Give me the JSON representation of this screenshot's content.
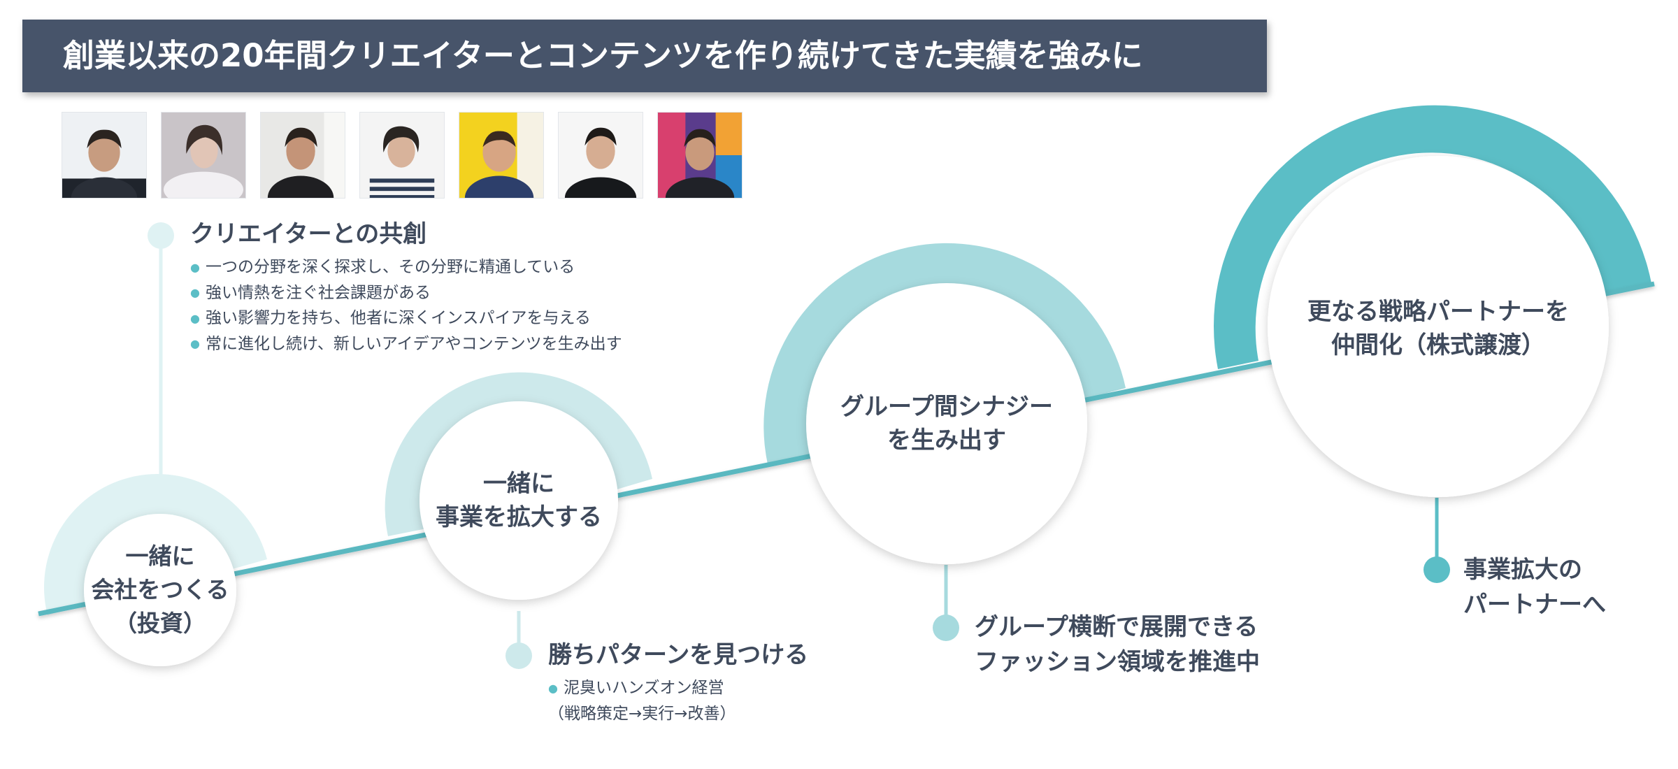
{
  "title": "創業以来の20年間クリエイターとコンテンツを作り続けてきた実績を強みに",
  "photos": [
    {
      "icon": "person-portrait-1-icon"
    },
    {
      "icon": "person-portrait-2-icon"
    },
    {
      "icon": "person-portrait-3-icon"
    },
    {
      "icon": "person-portrait-4-icon"
    },
    {
      "icon": "person-portrait-5-icon"
    },
    {
      "icon": "person-portrait-6-icon"
    },
    {
      "icon": "person-portrait-7-icon"
    }
  ],
  "stages": [
    {
      "label": "一緒に\n会社をつくる\n（投資）"
    },
    {
      "label": "一緒に\n事業を拡大する"
    },
    {
      "label": "グループ間シナジー\nを生み出す"
    },
    {
      "label": "更なる戦略パートナーを\n仲間化（株式譲渡）"
    }
  ],
  "callouts": {
    "co_creation": {
      "heading": "クリエイターとの共創",
      "bullets": [
        "一つの分野を深く探求し、その分野に精通している",
        "強い情熱を注ぐ社会課題がある",
        "強い影響力を持ち、他者に深くインスパイアを与える",
        "常に進化し続け、新しいアイデアやコンテンツを生み出す"
      ]
    },
    "winning_pattern": {
      "heading": "勝ちパターンを見つける",
      "note_line1": "泥臭いハンズオン経営",
      "note_line2": "（戦略策定→実行→改善）"
    },
    "fashion": {
      "heading": "グループ横断で展開できる\nファッション領域を推進中"
    },
    "partner": {
      "heading": "事業拡大の\nパートナーへ"
    }
  },
  "colors": {
    "banner": "#47546a",
    "text": "#3f4a5c",
    "accent_light": "#dff2f3",
    "accent_mid": "#a6dade",
    "accent_strong": "#5bbec6",
    "line": "#5ab8c0"
  }
}
